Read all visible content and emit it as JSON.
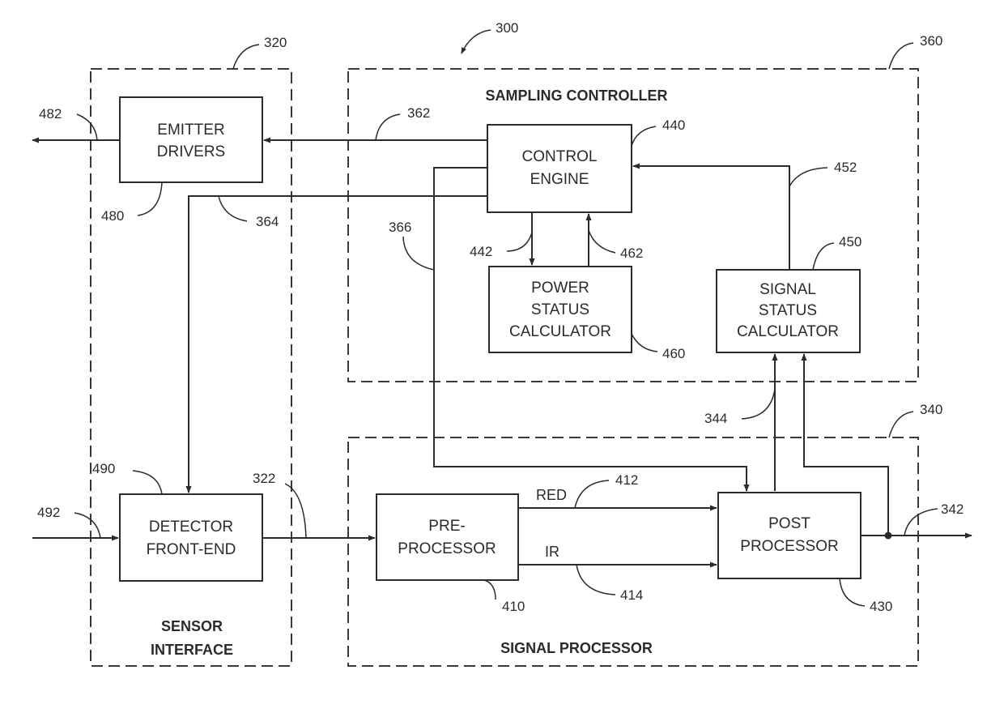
{
  "figure_number": "300",
  "sections": {
    "sensor_interface": {
      "title_line1": "SENSOR",
      "title_line2": "INTERFACE",
      "ref": "320"
    },
    "sampling_controller": {
      "title": "SAMPLING CONTROLLER",
      "ref": "360"
    },
    "signal_processor": {
      "title": "SIGNAL PROCESSOR",
      "ref": "340"
    }
  },
  "blocks": {
    "emitter_drivers": {
      "line1": "EMITTER",
      "line2": "DRIVERS",
      "ref": "480"
    },
    "detector_front_end": {
      "line1": "DETECTOR",
      "line2": "FRONT-END",
      "ref": "490"
    },
    "control_engine": {
      "line1": "CONTROL",
      "line2": "ENGINE",
      "ref": "440"
    },
    "power_status_calculator": {
      "line1": "POWER",
      "line2": "STATUS",
      "line3": "CALCULATOR",
      "ref": "460"
    },
    "signal_status_calculator": {
      "line1": "SIGNAL",
      "line2": "STATUS",
      "line3": "CALCULATOR",
      "ref": "450"
    },
    "pre_processor": {
      "line1": "PRE-",
      "line2": "PROCESSOR",
      "ref": "410"
    },
    "post_processor": {
      "line1": "POST",
      "line2": "PROCESSOR",
      "ref": "430"
    }
  },
  "signals": {
    "red": "RED",
    "ir": "IR"
  },
  "refs": {
    "emitter_output": "482",
    "emitter_drive_line": "362",
    "detector_control_line": "364",
    "post_control_line": "366",
    "engine_to_power": "442",
    "power_to_engine": "462",
    "signal_status_to_engine": "452",
    "detector_input": "492",
    "front_end_to_pre": "322",
    "red_line": "412",
    "ir_line": "414",
    "post_to_signal_status": "344",
    "post_output": "342"
  }
}
